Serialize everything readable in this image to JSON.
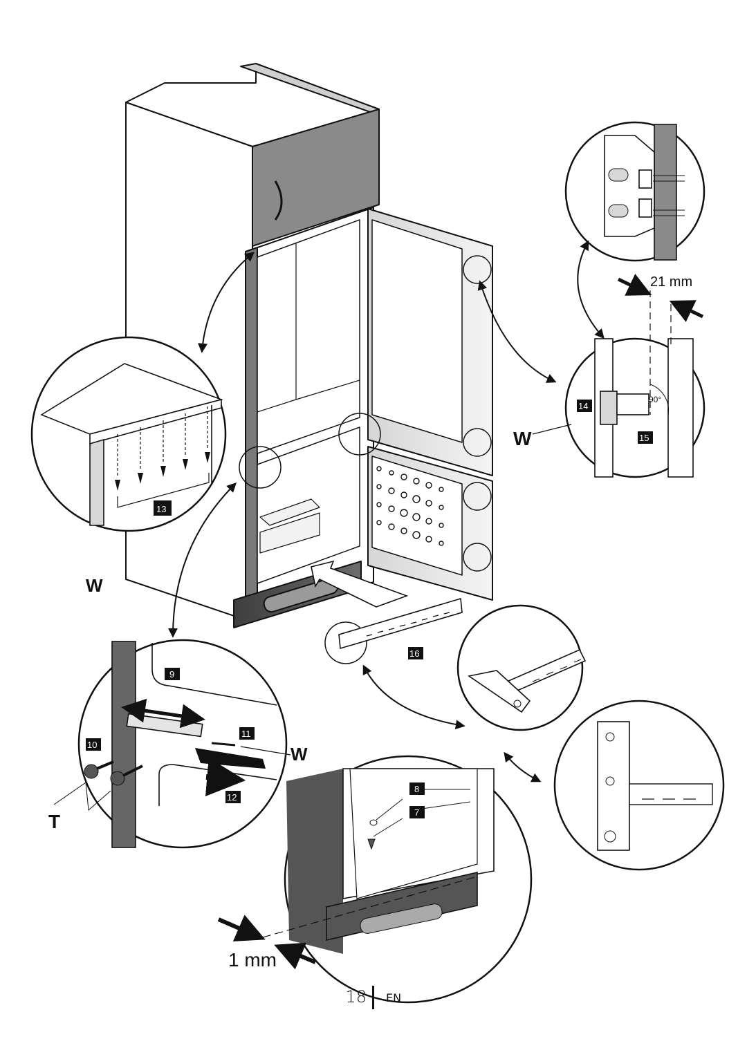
{
  "labels": {
    "w_left": "W",
    "w_right": "W",
    "w_hinge": "W",
    "t_label": "T",
    "dim_21": "21 mm",
    "dim_1": "1 mm",
    "angle_90": "90°"
  },
  "badges": {
    "b7": "7",
    "b8": "8",
    "b9": "9",
    "b10": "10",
    "b11": "11",
    "b12": "12",
    "b13": "13",
    "b14": "14",
    "b15": "15",
    "b16": "16"
  },
  "footer": {
    "page_number": "18",
    "language": "EN"
  },
  "colors": {
    "cabinet_fill": "#ffffff",
    "cabinet_dark": "#7a7a7a",
    "plinth": "#5a5a5a",
    "line": "#111111"
  }
}
